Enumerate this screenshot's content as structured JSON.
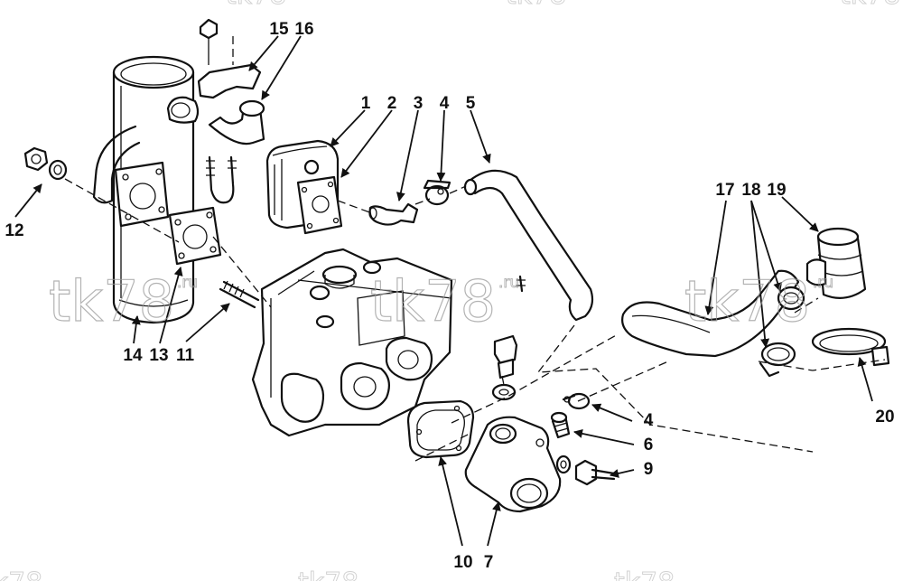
{
  "diagram": {
    "callouts": [
      "1",
      "2",
      "3",
      "4",
      "5",
      "6",
      "7",
      "9",
      "10",
      "11",
      "12",
      "13",
      "14",
      "15",
      "16",
      "17",
      "18",
      "19",
      "20"
    ],
    "watermark": {
      "text": "tk78",
      "suffix": ".ru",
      "top_strip": "tk78",
      "bottom_strip": "tk78"
    }
  }
}
